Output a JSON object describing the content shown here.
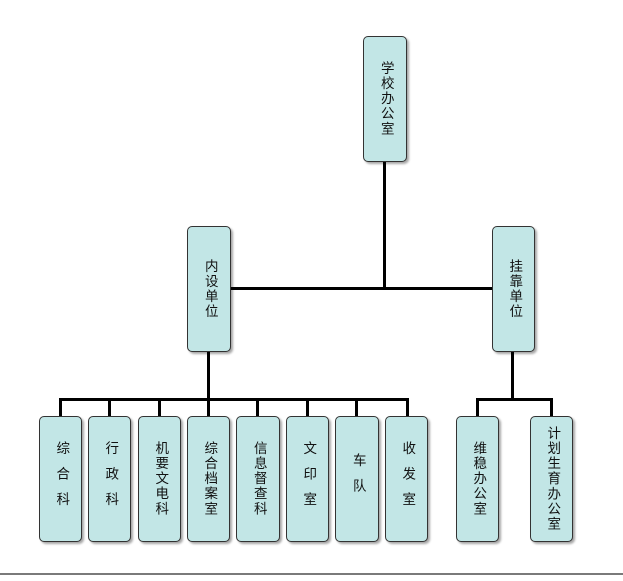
{
  "colors": {
    "node_fill": "#c2e6e6",
    "node_border": "#333333",
    "connector": "#000000"
  },
  "root": {
    "label": "学校办公室"
  },
  "branches": [
    {
      "label": "内设单位",
      "children": [
        {
          "label": "综合科"
        },
        {
          "label": "行政科"
        },
        {
          "label": "机要文电科"
        },
        {
          "label": "综合档案室"
        },
        {
          "label": "信息督查科"
        },
        {
          "label": "文印室"
        },
        {
          "label": "车队"
        },
        {
          "label": "收发室"
        }
      ]
    },
    {
      "label": "挂靠单位",
      "children": [
        {
          "label": "维稳办公室"
        },
        {
          "label": "计划生育办公室"
        }
      ]
    }
  ]
}
